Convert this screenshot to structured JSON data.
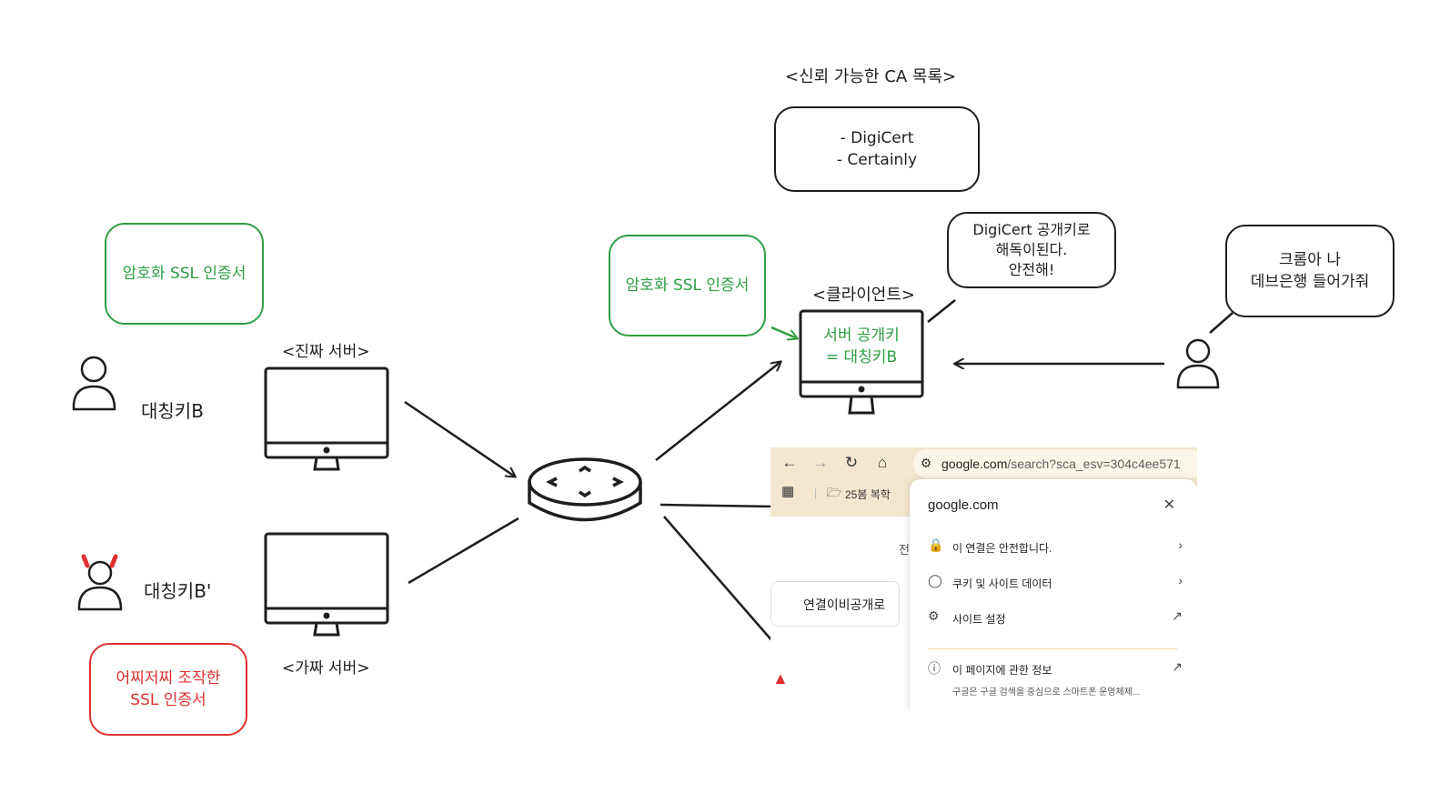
{
  "labels": {
    "ca_list_title": "<신뢰 가능한 CA 목록>",
    "real_server": "<진짜 서버>",
    "fake_server": "<가짜 서버>",
    "client": "<클라이언트>",
    "sym_key_b": "대칭키B",
    "sym_key_b_prime": "대칭키B'"
  },
  "boxes": {
    "ca_list_line1": "- DigiCert",
    "ca_list_line2": "- Certainly",
    "cert_left": "암호화 SSL 인증서",
    "cert_mid": "암호화 SSL 인증서",
    "fake_cert_line1": "어찌저찌 조작한",
    "fake_cert_line2": "SSL 인증서",
    "client_bubble_line1": "DigiCert 공개키로",
    "client_bubble_line2": "해독이된다.",
    "client_bubble_line3": "안전해!",
    "user_bubble_line1": "크롬아 나",
    "user_bubble_line2": "데브은행 들어가줘",
    "client_screen_line1": "서버 공개키",
    "client_screen_line2": "= 대칭키B"
  },
  "browser": {
    "url_host": "google.com",
    "url_path": "/search?sca_esv=304c4ee571",
    "bookmark_folder": "25봄 복학",
    "partial_text": "전",
    "card_text": "연결이비공개로",
    "popup": {
      "title": "google.com",
      "items": [
        {
          "label": "이 연결은 안전합니다."
        },
        {
          "label": "쿠키 및 사이트 데이터"
        },
        {
          "label": "사이트 설정"
        },
        {
          "label": "이 페이지에 관한 정보"
        }
      ],
      "sub_text": "구글은 구글 검색을 중심으로 스마트폰 운영체제..."
    }
  },
  "colors": {
    "green": "#2f9e44",
    "red": "#e03131",
    "stroke": "#1e1e1e",
    "toolbar": "#f3e7cf"
  }
}
